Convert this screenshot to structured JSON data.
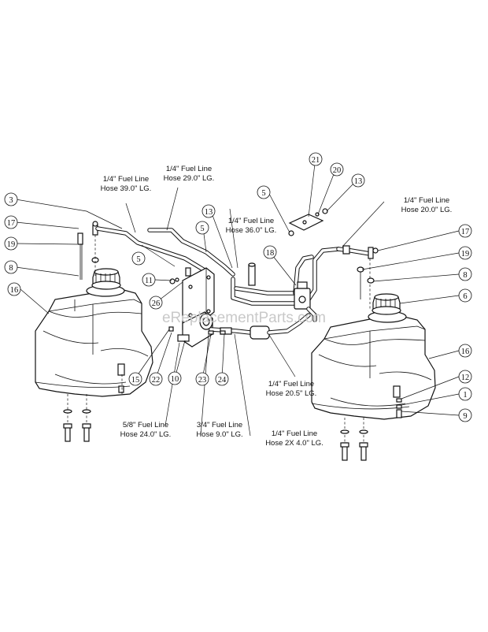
{
  "watermark": "eReplacementParts.com",
  "hose_labels": [
    {
      "id": "hose-14-39",
      "line1": "1/4\" Fuel Line",
      "line2": "Hose 39.0\" LG."
    },
    {
      "id": "hose-14-29",
      "line1": "1/4\" Fuel Line",
      "line2": "Hose 29.0\" LG."
    },
    {
      "id": "hose-14-36",
      "line1": "1/4\" Fuel Line",
      "line2": "Hose 36.0\" LG."
    },
    {
      "id": "hose-14-20",
      "line1": "1/4\" Fuel Line",
      "line2": "Hose 20.0\" LG."
    },
    {
      "id": "hose-14-205",
      "line1": "1/4\" Fuel Line",
      "line2": "Hose 20.5\" LG."
    },
    {
      "id": "hose-58-24",
      "line1": "5/8\" Fuel Line",
      "line2": "Hose 24.0\" LG."
    },
    {
      "id": "hose-34-9",
      "line1": "3/4\" Fuel Line",
      "line2": "Hose 9.0\" LG."
    },
    {
      "id": "hose-14-2x4",
      "line1": "1/4\" Fuel Line",
      "line2": "Hose 2X 4.0\" LG."
    }
  ],
  "callouts": [
    {
      "id": "c3",
      "label": "3"
    },
    {
      "id": "c17l",
      "label": "17"
    },
    {
      "id": "c19l",
      "label": "19"
    },
    {
      "id": "c8l",
      "label": "8"
    },
    {
      "id": "c16l",
      "label": "16"
    },
    {
      "id": "c5a",
      "label": "5"
    },
    {
      "id": "c5b",
      "label": "5"
    },
    {
      "id": "c13a",
      "label": "13"
    },
    {
      "id": "c11",
      "label": "11"
    },
    {
      "id": "c26",
      "label": "26"
    },
    {
      "id": "c15",
      "label": "15"
    },
    {
      "id": "c22",
      "label": "22"
    },
    {
      "id": "c10",
      "label": "10"
    },
    {
      "id": "c23",
      "label": "23"
    },
    {
      "id": "c24",
      "label": "24"
    },
    {
      "id": "c5c",
      "label": "5"
    },
    {
      "id": "c21",
      "label": "21"
    },
    {
      "id": "c20",
      "label": "20"
    },
    {
      "id": "c13b",
      "label": "13"
    },
    {
      "id": "c18",
      "label": "18"
    },
    {
      "id": "c17r",
      "label": "17"
    },
    {
      "id": "c19r",
      "label": "19"
    },
    {
      "id": "c8r",
      "label": "8"
    },
    {
      "id": "c6",
      "label": "6"
    },
    {
      "id": "c16r",
      "label": "16"
    },
    {
      "id": "c12",
      "label": "12"
    },
    {
      "id": "c1",
      "label": "1"
    },
    {
      "id": "c9",
      "label": "9"
    }
  ]
}
